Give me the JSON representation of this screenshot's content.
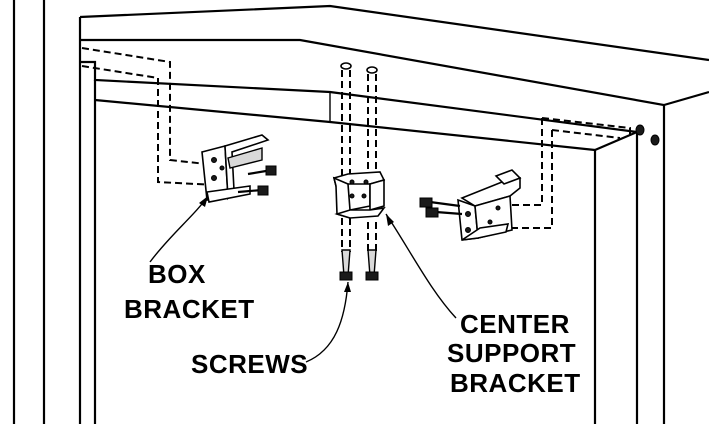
{
  "labels": {
    "box_bracket_line1": "BOX",
    "box_bracket_line2": "BRACKET",
    "screws": "SCREWS",
    "center_line1": "CENTER",
    "center_line2": "SUPPORT",
    "center_line3": "BRACKET"
  }
}
